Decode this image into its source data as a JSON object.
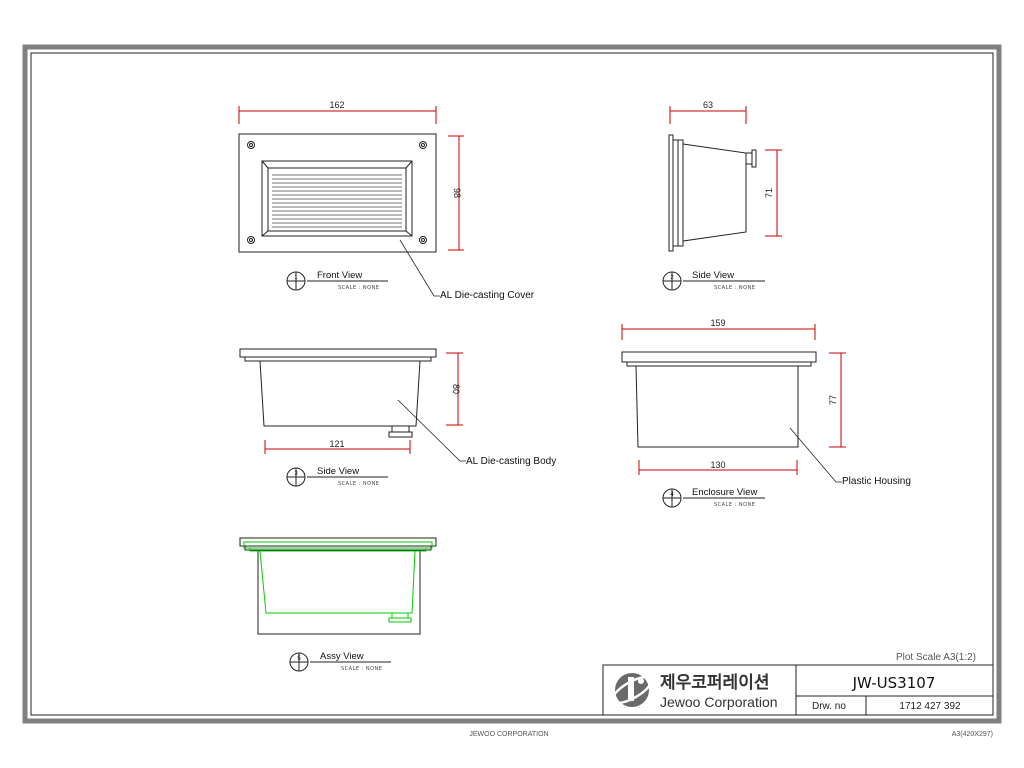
{
  "views": {
    "front": {
      "title": "Front View",
      "scale": "SCALE : NONE",
      "num": "1",
      "dim_width": "162",
      "dim_height": "98"
    },
    "side_top": {
      "title": "Side View",
      "scale": "SCALE : NONE",
      "num": "2",
      "dim_width": "63",
      "dim_height": "71"
    },
    "side_mid": {
      "title": "Side View",
      "scale": "SCALE : NONE",
      "num": "3",
      "dim_height": "80",
      "dim_width": "121"
    },
    "enclosure": {
      "title": "Enclosure View",
      "scale": "SCALE : NONE",
      "num": "4",
      "dim_top": "159",
      "dim_height": "77",
      "dim_bottom": "130"
    },
    "assy": {
      "title": "Assy View",
      "scale": "SCALE : NONE",
      "num": "5"
    }
  },
  "callouts": {
    "cover": "AL Die-casting Cover",
    "body": "AL Die-casting Body",
    "housing": "Plastic Housing"
  },
  "title_block": {
    "plot_scale": "Plot Scale   A3(1:2)",
    "company_kr": "제우코퍼레이션",
    "company_en": "Jewoo Corporation",
    "model": "JW-US3107",
    "drw_label": "Drw. no",
    "drw_no": "1712  427  392"
  },
  "footer": {
    "center": "JEWOO CORPORATION",
    "right": "A3(420X297)"
  },
  "colors": {
    "dimension": "#cc0000",
    "assembly": "#00cc00",
    "frame": "#808080"
  }
}
